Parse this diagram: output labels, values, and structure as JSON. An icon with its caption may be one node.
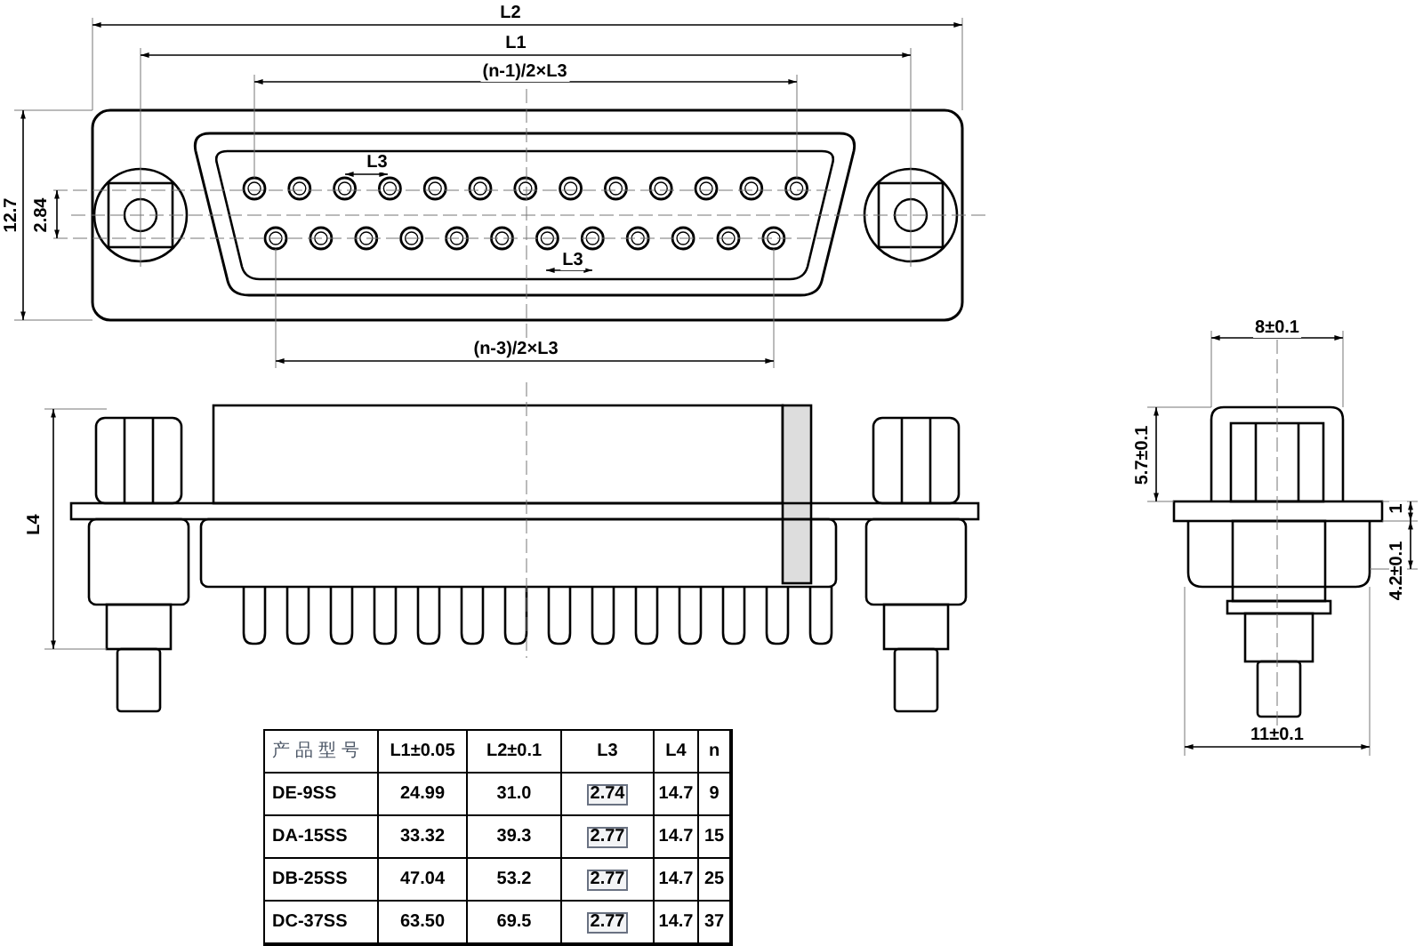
{
  "diagram": {
    "labels": [
      "L2",
      "L1",
      "(n-1)/2×L3",
      "L3",
      "L3",
      "12.7",
      "2.84",
      "(n-3)/2×L3",
      "L4",
      "8±0.1",
      "5.7±0.1",
      "1",
      "4.2±0.1",
      "11±0.1",
      "产品型号",
      "L1±0.05",
      "L2±0.1",
      "L3",
      "L4",
      "n",
      "DE-9SS",
      "24.99",
      "31.0",
      "2.74",
      "14.7",
      "9",
      "DA-15SS",
      "33.32",
      "39.3",
      "2.77",
      "14.7",
      "15",
      "DB-25SS",
      "47.04",
      "53.2",
      "2.77",
      "14.7",
      "25",
      "DC-37SS",
      "63.50",
      "69.5",
      "2.77",
      "14.7",
      "37"
    ]
  }
}
